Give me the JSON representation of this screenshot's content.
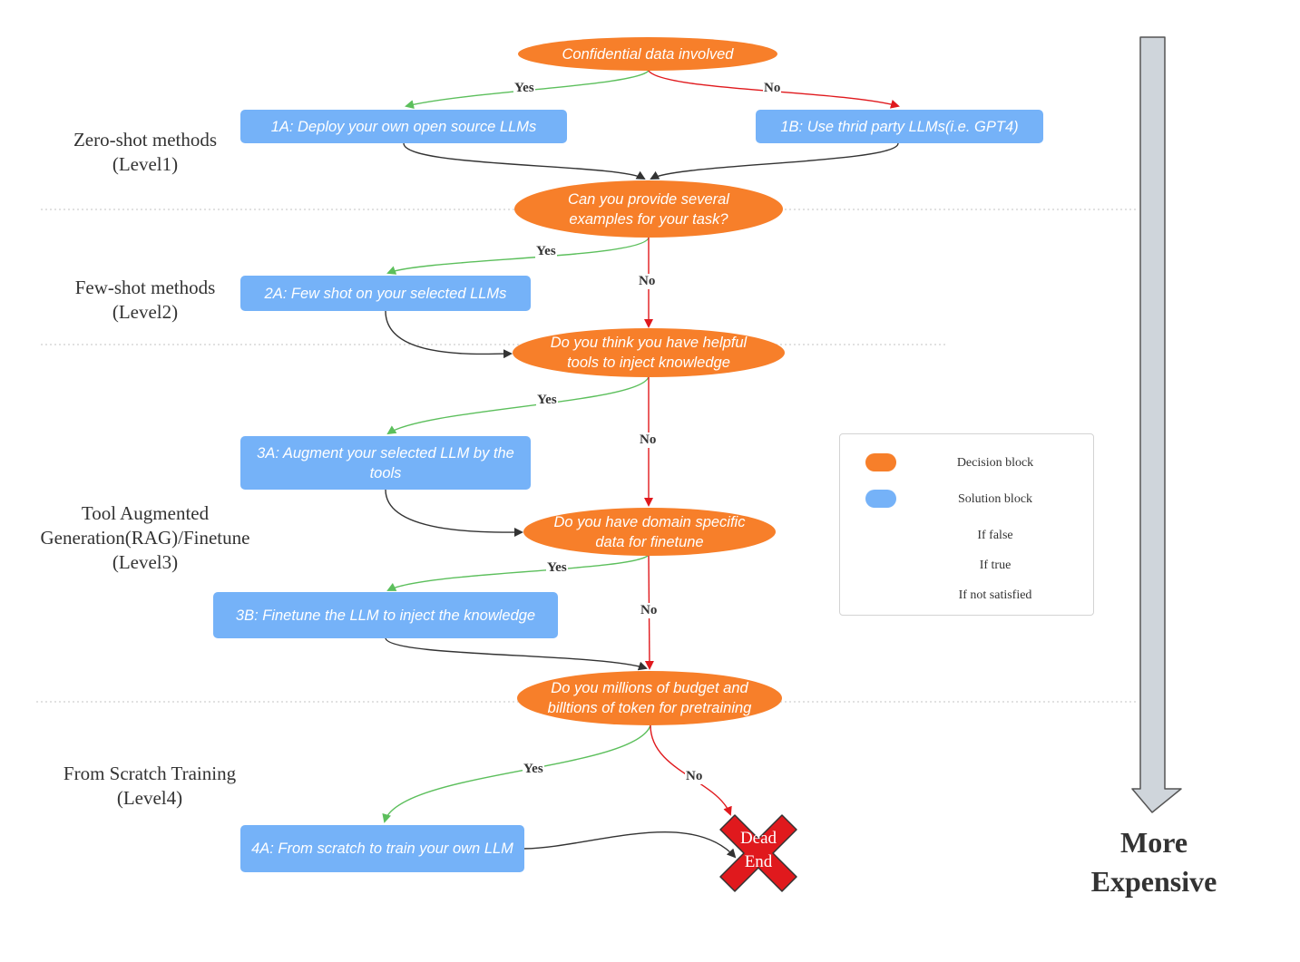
{
  "levels": {
    "zero_shot": "Zero-shot methods\n(Level1)",
    "few_shot": "Few-shot methods\n(Level2)",
    "tool_augmented": "Tool Augmented\nGeneration(RAG)/Finetune\n(Level3)",
    "from_scratch": "From Scratch Training\n(Level4)"
  },
  "decisions": {
    "d1": "Confidential data involved",
    "d2": "Can you provide several\nexamples for your task?",
    "d3": "Do you think you have helpful\ntools to inject knowledge",
    "d4": "Do you have domain specific\ndata for finetune",
    "d5": "Do you millions of budget and\nbilltions of token for pretraining"
  },
  "solutions": {
    "s1a": "1A: Deploy your own open source LLMs",
    "s1b": "1B: Use thrid party LLMs(i.e. GPT4)",
    "s2a": "2A: Few shot on your selected LLMs",
    "s3a": "3A: Augment your selected LLM by the tools",
    "s3b": "3B: Finetune the LLM to inject the knowledge",
    "s4a": "4A: From scratch to train your own LLM"
  },
  "edge_labels": {
    "yes": "Yes",
    "no": "No"
  },
  "dead_end": "Dead\nEnd",
  "legend": {
    "decision": "Decision block",
    "solution": "Solution block",
    "if_false": "If false",
    "if_true": "If true",
    "if_not_satisfied": "If not satisfied"
  },
  "side_arrow_label": "More\nExpensive",
  "colors": {
    "decision": "#f77f2a",
    "solution": "#75b2f8",
    "false_edge": "#e0191d",
    "true_edge": "#5cbf5c",
    "fallback_edge": "#333333",
    "dead_end": "#e0191d",
    "side_arrow": "#cfd5db"
  }
}
